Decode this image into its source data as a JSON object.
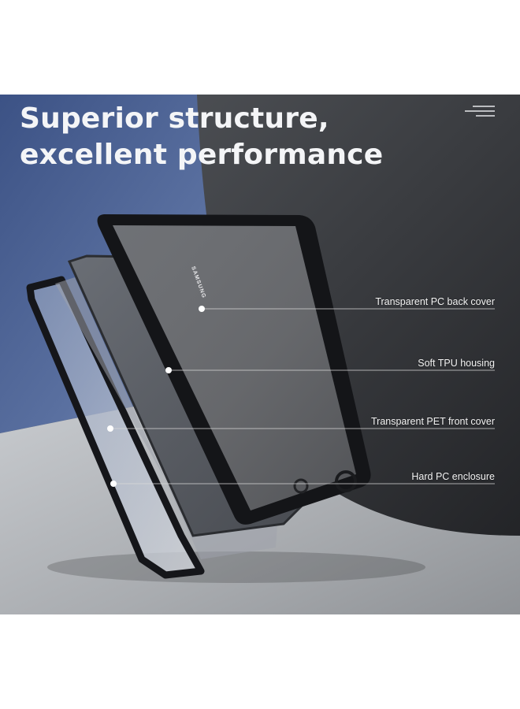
{
  "headline": {
    "line1": "Superior structure,",
    "line2": "excellent performance"
  },
  "brand_logo": "SAMSUNG",
  "callouts": [
    {
      "label": "Transparent PC back cover"
    },
    {
      "label": "Soft TPU housing"
    },
    {
      "label": "Transparent PET front cover"
    },
    {
      "label": "Hard PC enclosure"
    }
  ],
  "icons": {
    "menu": "menu-lines-icon"
  },
  "colors": {
    "background_dark": "#3a3d42",
    "background_blue": "#4a5f8f",
    "background_grey": "#b9bcbf",
    "frame_black": "#1b1c1f",
    "callout_line": "#d8d8d8",
    "headline_text": "#f4f5f7"
  }
}
